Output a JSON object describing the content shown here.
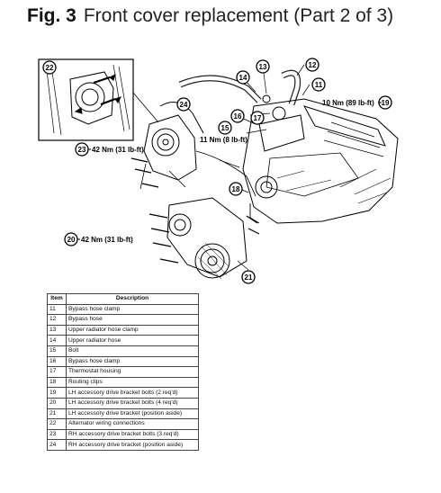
{
  "figure": {
    "number": "Fig. 3",
    "title": "Front cover replacement (Part 2 of 3)"
  },
  "callouts": [
    "22",
    "24",
    "23",
    "20",
    "21",
    "18",
    "15",
    "16",
    "17",
    "14",
    "13",
    "12",
    "11",
    "19"
  ],
  "torque_labels": {
    "t19": "10 Nm (89 lb-ft)",
    "t15": "11 Nm (8 lb-ft)",
    "t23": "42 Nm (31 lb-ft)",
    "t20": "42 Nm (31 lb-ft)"
  },
  "table": {
    "headers": [
      "Item",
      "Description"
    ],
    "rows": [
      [
        "11",
        "Bypass hose clamp"
      ],
      [
        "12",
        "Bypass hose"
      ],
      [
        "13",
        "Upper radiator hose clamp"
      ],
      [
        "14",
        "Upper radiator hose"
      ],
      [
        "15",
        "Bolt"
      ],
      [
        "16",
        "Bypass hose clamp"
      ],
      [
        "17",
        "Thermostat housing"
      ],
      [
        "18",
        "Routing clips"
      ],
      [
        "19",
        "LH accessory drive bracket bolts (2 req'd)"
      ],
      [
        "20",
        "LH accessory drive bracket bolts (4 req'd)"
      ],
      [
        "21",
        "LH accessory drive bracket (position aside)"
      ],
      [
        "22",
        "Alternator wiring connections"
      ],
      [
        "23",
        "RH accessory drive bracket bolts (3 req'd)"
      ],
      [
        "24",
        "RH accessory drive bracket (position aside)"
      ]
    ]
  }
}
